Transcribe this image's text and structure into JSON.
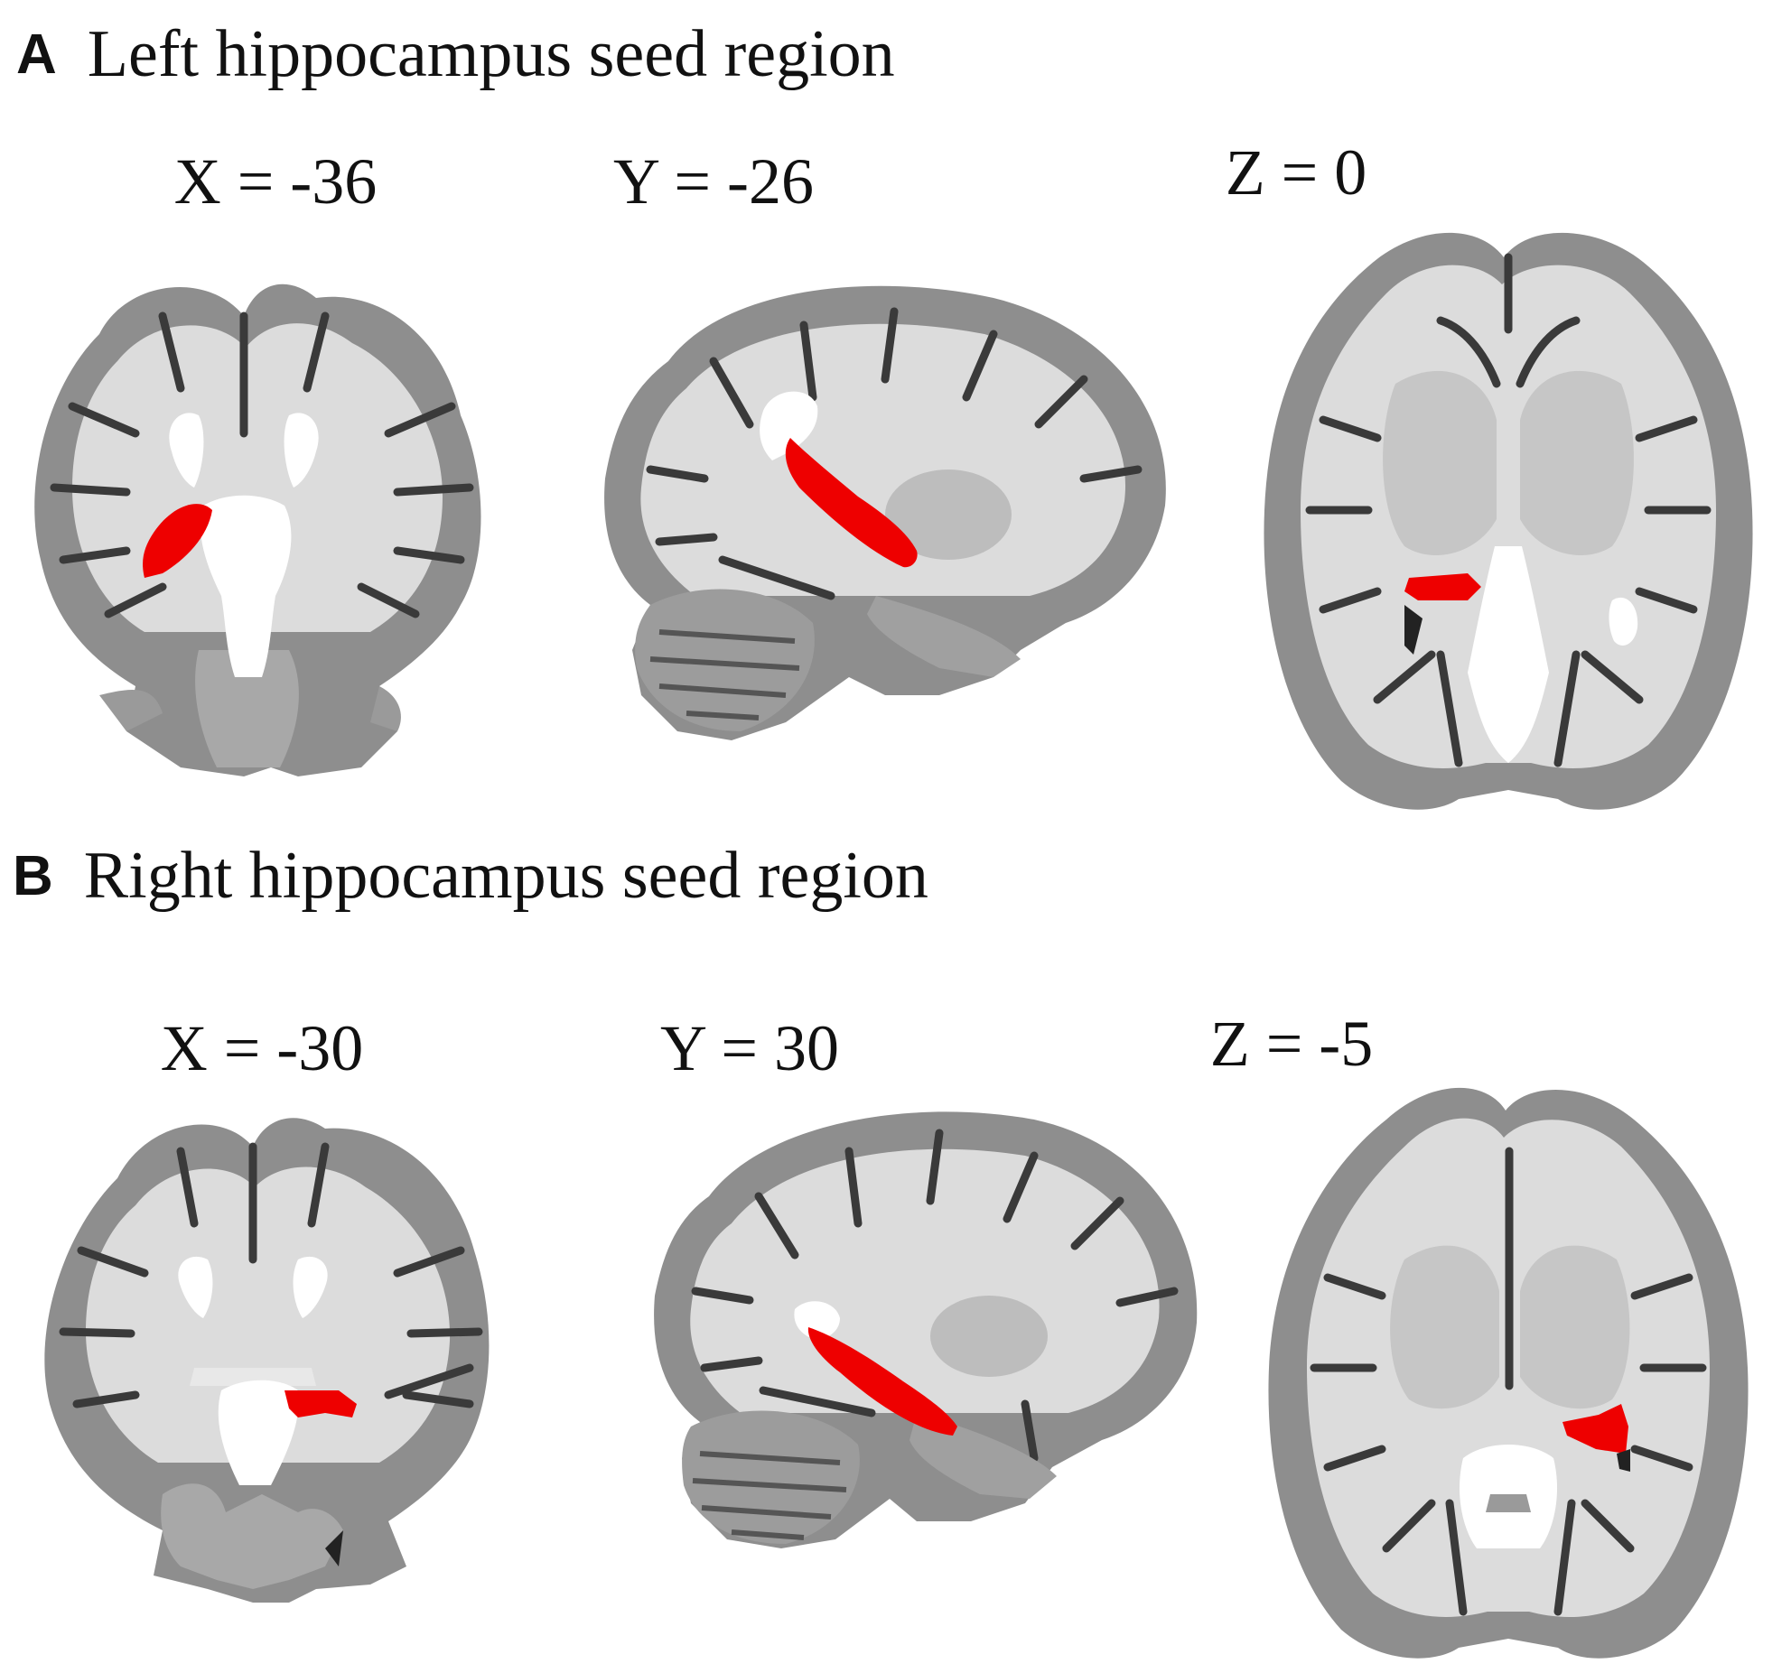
{
  "figure": {
    "panels": [
      {
        "letter": "A",
        "title": "Left hippocampus seed region",
        "views": [
          {
            "plane": "coronal",
            "label": "X = -36"
          },
          {
            "plane": "sagittal",
            "label": "Y = -26"
          },
          {
            "plane": "axial",
            "label": "Z = 0"
          }
        ]
      },
      {
        "letter": "B",
        "title": "Right hippocampus seed region",
        "views": [
          {
            "plane": "coronal",
            "label": "X = -30"
          },
          {
            "plane": "sagittal",
            "label": "Y = 30"
          },
          {
            "plane": "axial",
            "label": "Z = -5"
          }
        ]
      }
    ],
    "colors": {
      "seed_region": "#ee0000",
      "gray_matter": "#8e8e8e",
      "white_matter": "#dcdcdc",
      "deep_gray": "#bdbdbd",
      "sulci": "#3a3a3a",
      "ventricles": "#ffffff",
      "background": "#ffffff"
    }
  }
}
